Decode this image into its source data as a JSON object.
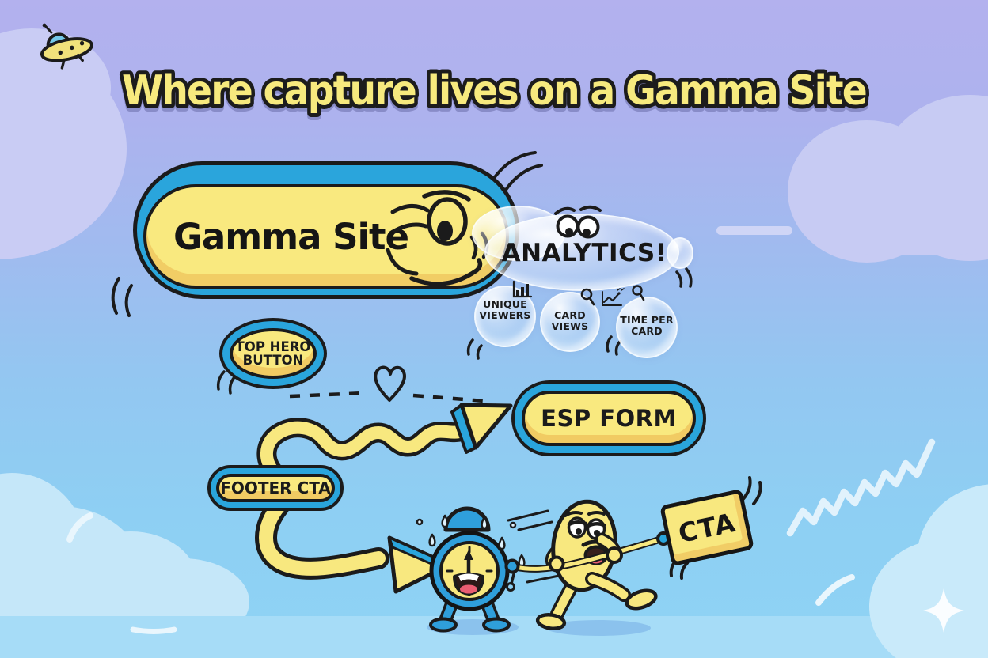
{
  "title": "Where capture lives on a Gamma Site",
  "gamma_site": {
    "label": "Gamma Site"
  },
  "analytics": {
    "label": "ANALYTICS!",
    "metrics": [
      {
        "label": "UNIQUE VIEWERS",
        "icon": "bar-chart-icon"
      },
      {
        "label": "CARD VIEWS",
        "icon": "magnifier-icon"
      },
      {
        "label": "TIME PER CARD",
        "icon": "trend-chart-magnifier-icon"
      }
    ]
  },
  "capture_points": {
    "top_hero_button": "TOP HERO BUTTON",
    "esp_form": "ESP FORM",
    "footer_cta": "FOOTER CTA"
  },
  "cta_sign": {
    "label": "CTA"
  },
  "icons": {
    "ufo": "flying-saucer",
    "gamma_face": "winking-cartoon-face",
    "analytics_eyes": "googly-eyes",
    "heart": "outline-heart-on-dashed-line",
    "wavy_arrow": "yellow-wavy-arrow",
    "curve_arrow": "yellow-curved-arrow",
    "alarm_clock": "panicked-alarm-clock-character",
    "mascot": "tired-bean-mascot-pulling-clock",
    "sparkle": "four-point-sparkle",
    "squiggle": "white-squiggle-line"
  },
  "colors": {
    "sky_top": "#b3b1ee",
    "sky_bottom": "#8fd3f4",
    "accent_yellow": "#f8e87f",
    "accent_blue": "#2aa5dc",
    "outline_black": "#1b1b1b",
    "cloud_lavender": "#c8cbf3",
    "cloud_blue": "#c6e7f9",
    "title_yellow": "#f7ea7e",
    "tongue_red": "#ea5d72"
  }
}
